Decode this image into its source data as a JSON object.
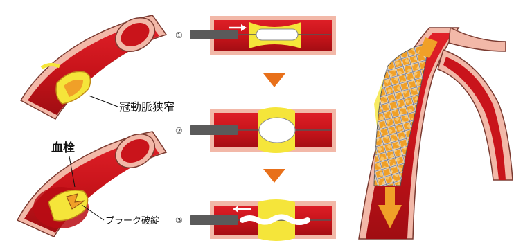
{
  "labels": {
    "stenosis": "冠動脈狭窄",
    "thrombus": "血栓",
    "plaque_rupture": "プラーク破綻"
  },
  "steps": [
    "①",
    "②",
    "③"
  ],
  "colors": {
    "vessel_outer": "#f2b8a8",
    "vessel_wall": "#e8a090",
    "lumen_red": "#d8141c",
    "lumen_dark": "#a50d12",
    "plaque_yellow": "#f5e53a",
    "plaque_orange": "#f0a028",
    "arrow_orange": "#e8701a",
    "catheter_gray": "#5a5a5a",
    "stent_gray": "#9a9aa0"
  },
  "icons": [
    "direction-arrow-icon",
    "down-arrow-icon"
  ]
}
